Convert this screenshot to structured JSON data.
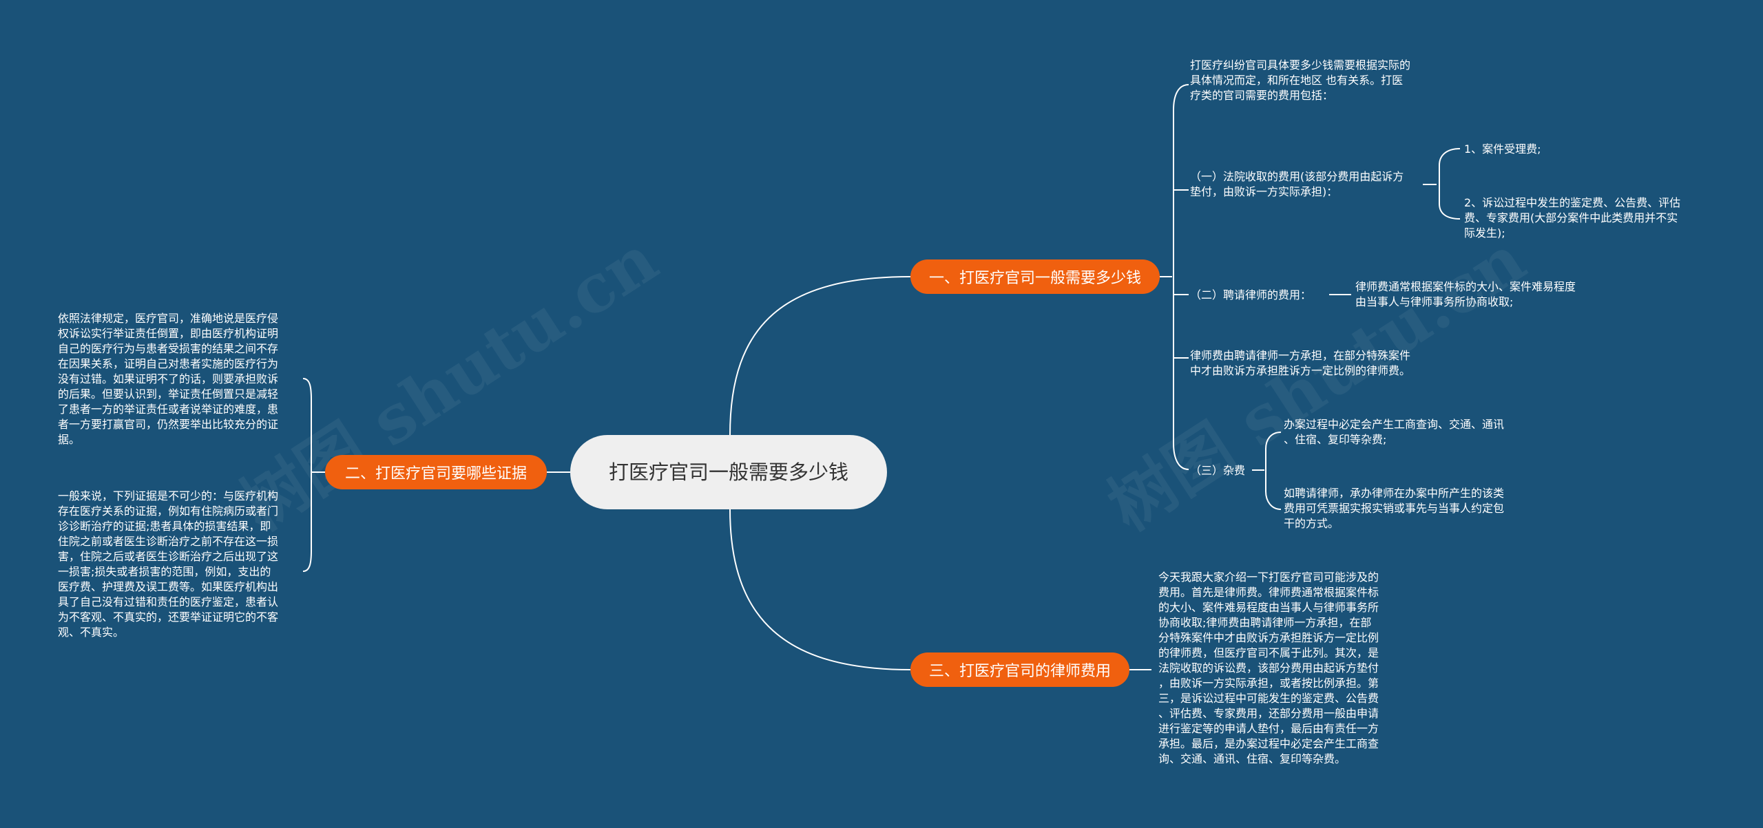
{
  "watermarks": [
    "树图 shutu.cn",
    "树图 shutu.cn"
  ],
  "root": {
    "label": "打医疗官司一般需要多少钱"
  },
  "branches": {
    "b1": {
      "label": "一、打医疗官司一般需要多少钱"
    },
    "b2": {
      "label": "二、打医疗官司要哪些证据"
    },
    "b3": {
      "label": "三、打医疗官司的律师费用"
    }
  },
  "b1_children": {
    "intro": "打医疗纠纷官司具体要多少钱需要根据实际的\n具体情况而定，和所在地区 也有关系。打医\n疗类的官司需要的费用包括：",
    "court_fee": "（一）法院收取的费用(该部分费用由起诉方\n垫付，由败诉一方实际承担)：",
    "court_fee_1": "1、案件受理费;",
    "court_fee_2": "2、诉讼过程中发生的鉴定费、公告费、评估\n费、专家费用(大部分案件中此类费用并不实\n际发生);",
    "lawyer_fee": "（二）聘请律师的费用：",
    "lawyer_fee_detail": "律师费通常根据案件标的大小、案件难易程度\n由当事人与律师事务所协商收取;",
    "lawyer_fee_note": "律师费由聘请律师一方承担，在部分特殊案件\n中才由败诉方承担胜诉方一定比例的律师费。",
    "misc_fee": "（三）杂费",
    "misc_fee_1": "办案过程中必定会产生工商查询、交通、通讯\n、住宿、复印等杂费;",
    "misc_fee_2": "如聘请律师，承办律师在办案中所产生的该类\n费用可凭票据实报实销或事先与当事人约定包\n干的方式。"
  },
  "b2_children": {
    "evidence_1": "依照法律规定，医疗官司，准确地说是医疗侵\n权诉讼实行举证责任倒置，即由医疗机构证明\n自己的医疗行为与患者受损害的结果之间不存\n在因果关系，证明自己对患者实施的医疗行为\n没有过错。如果证明不了的话，则要承担败诉\n的后果。但要认识到，举证责任倒置只是减轻\n了患者一方的举证责任或者说举证的难度，患\n者一方要打赢官司，仍然要举出比较充分的证\n据。",
    "evidence_2": "一般来说，下列证据是不可少的：与医疗机构\n存在医疗关系的证据，例如有住院病历或者门\n诊诊断治疗的证据;患者具体的损害结果，即\n住院之前或者医生诊断治疗之前不存在这一损\n害，住院之后或者医生诊断治疗之后出现了这\n一损害;损失或者损害的范围，例如，支出的\n医疗费、护理费及误工费等。如果医疗机构出\n具了自己没有过错和责任的医疗鉴定，患者认\n为不客观、不真实的，还要举证证明它的不客\n观、不真实。"
  },
  "b3_children": {
    "lawyer_cost": "今天我跟大家介绍一下打医疗官司可能涉及的\n费用。首先是律师费。律师费通常根据案件标\n的大小、案件难易程度由当事人与律师事务所\n协商收取;律师费由聘请律师一方承担，在部\n分特殊案件中才由败诉方承担胜诉方一定比例\n的律师费，但医疗官司不属于此列。其次，是\n法院收取的诉讼费，该部分费用由起诉方垫付\n，由败诉一方实际承担，或者按比例承担。第\n三，是诉讼过程中可能发生的鉴定费、公告费\n、评估费、专家费用，还部分费用一般由申请\n进行鉴定等的申请人垫付，最后由有责任一方\n承担。最后，是办案过程中必定会产生工商查\n询、交通、通讯、住宿、复印等杂费。"
  },
  "colors": {
    "background": "#1a5278",
    "branch": "#f0600f",
    "root": "#efefef",
    "line": "#ffffff"
  }
}
